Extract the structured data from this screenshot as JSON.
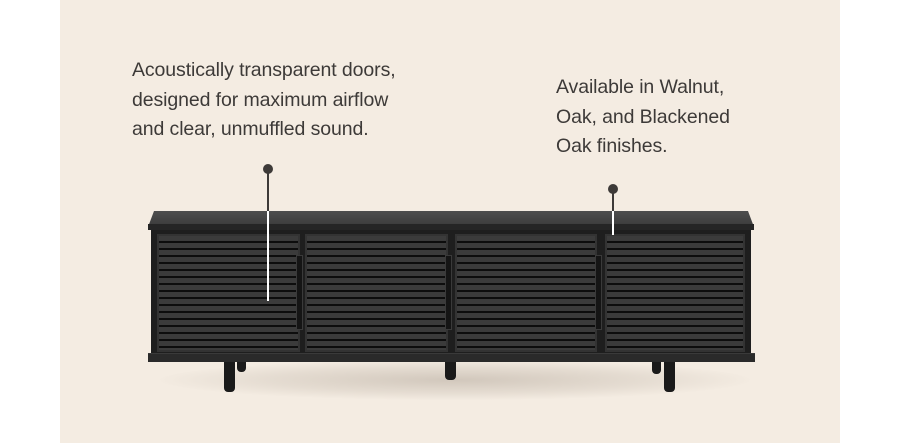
{
  "annotations": [
    {
      "id": "doors",
      "lines": [
        "Acoustically transparent doors,",
        "designed for maximum airflow",
        "and clear, unmuffled sound."
      ]
    },
    {
      "id": "finishes",
      "lines": [
        "Available in Walnut,",
        "Oak, and Blackened",
        "Oak finishes."
      ]
    }
  ],
  "product": {
    "name": "media console",
    "door_count": 4,
    "finish_shown": "Blackened Oak"
  },
  "colors": {
    "panel_background": "#f4ece2",
    "text": "#3d3a38",
    "furniture": "#1e1e1e"
  }
}
